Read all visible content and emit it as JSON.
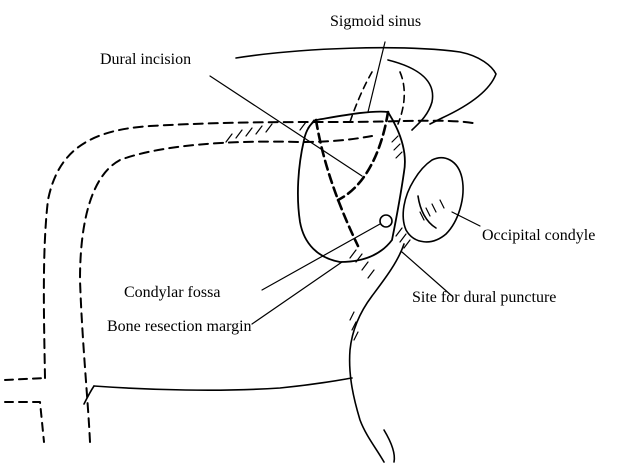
{
  "labels": {
    "sigmoid_sinus": "Sigmoid sinus",
    "dural_incision": "Dural incision",
    "occipital_condyle": "Occipital condyle",
    "condylar_fossa": "Condylar  fossa",
    "site_dural_puncture": "Site for dural puncture",
    "bone_resection_margin": "Bone resection margin"
  },
  "colors": {
    "ink": "#000000",
    "background": "#ffffff"
  }
}
